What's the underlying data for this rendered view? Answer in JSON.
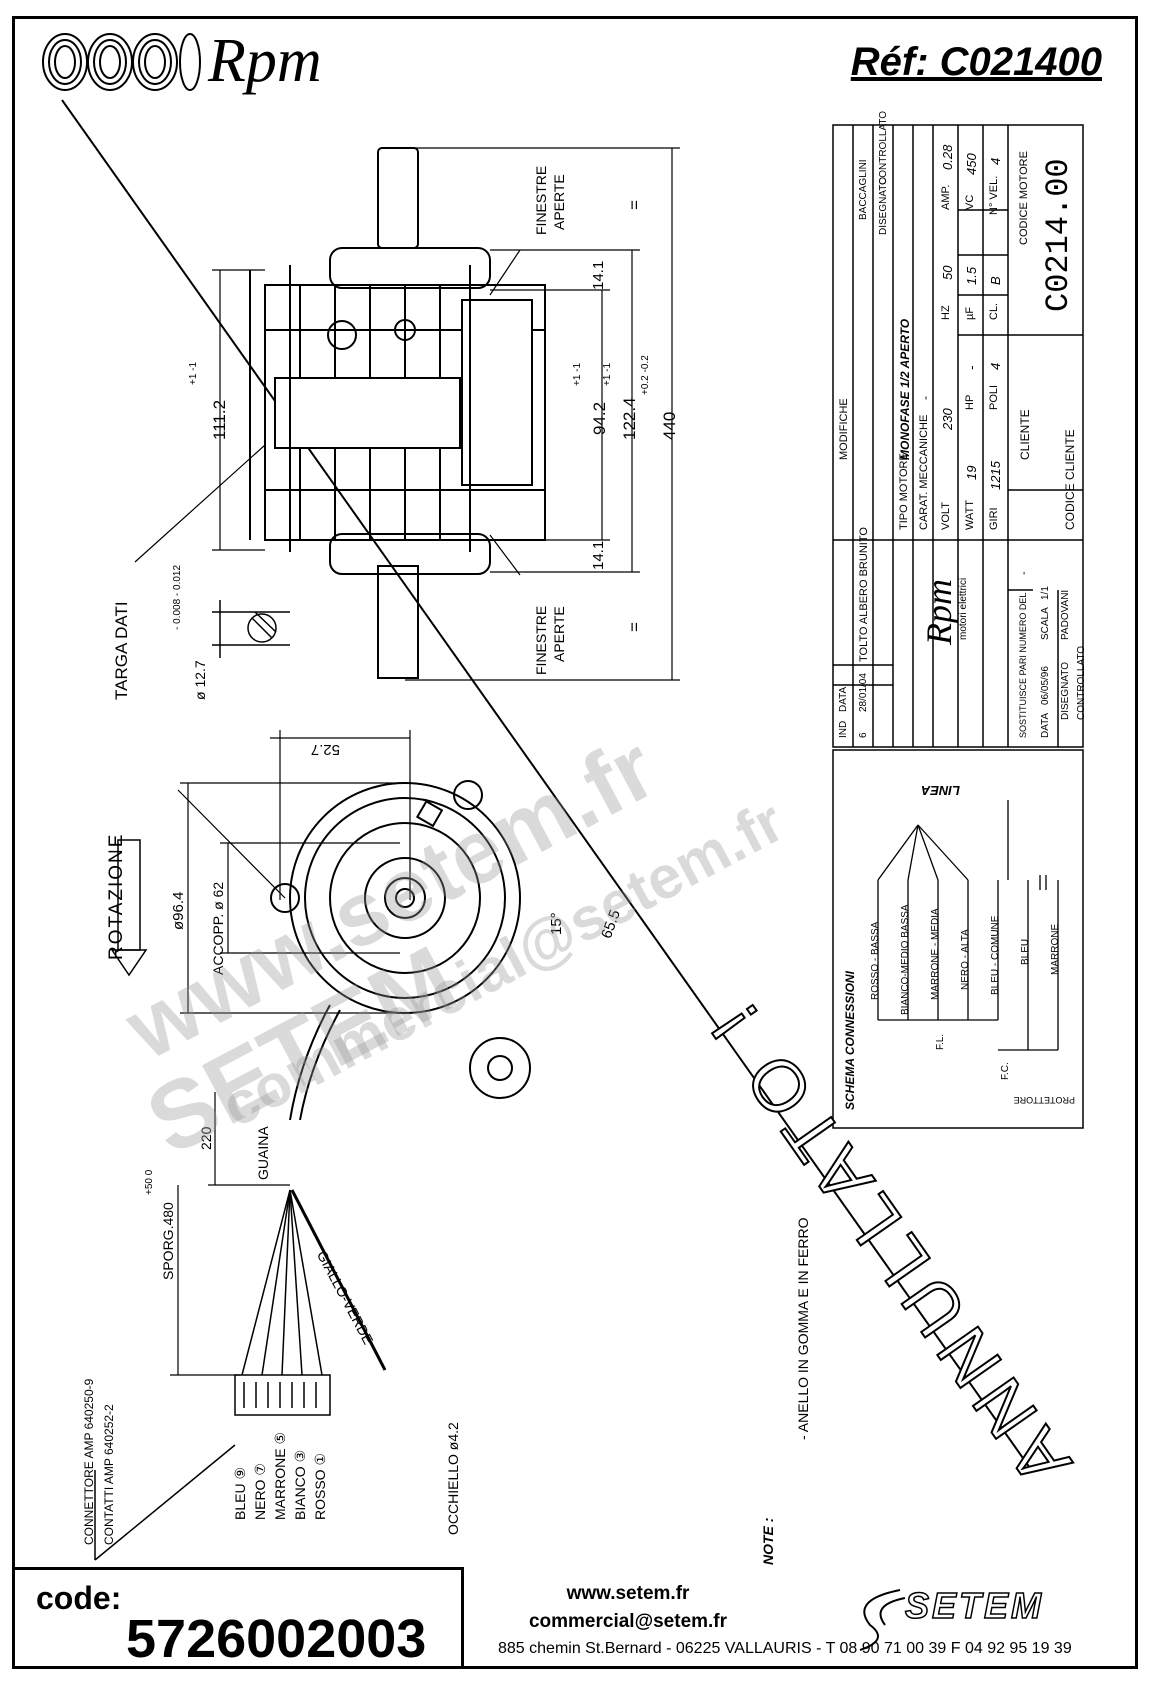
{
  "header": {
    "brand": "Rpm",
    "ref": "Réf:  C021400"
  },
  "drawing": {
    "labels": {
      "finestre_top": "FINESTRE",
      "aperte_top": "APERTE",
      "finestre_bottom": "FINESTRE",
      "aperte_bottom": "APERTE",
      "targa_dati": "TARGA DATI",
      "rotazione": "ROTAZIONE",
      "guaina": "GUAINA",
      "giallo_verde": "GIALLO-VERDE",
      "note": "NOTE :",
      "note_text": "- ANELLO IN GOMMA E IN FERRO",
      "annullato": "ANNULLATO !"
    },
    "dims": {
      "d111": "111.2",
      "d111_tol": "+1  -1",
      "d94": "94.2",
      "d94_tol": "+1  -1",
      "d122": "122.4",
      "d122_tol": "+1  -1",
      "d440": "440",
      "d440_tol": "+0.2  -0.2",
      "d14a": "14.1",
      "d14b": "14.1",
      "eq": "=",
      "shaft": "ø 12.7",
      "shaft_tol": "- 0.008  - 0.012",
      "d52": "52.7",
      "d96": "ø96.4",
      "accopp": "ACCOPP. ø 62",
      "ang15": "15°",
      "d65": "65.5",
      "d220": "220",
      "sporg": "SPORG.480",
      "sporg_tol": "+50  0",
      "occhiello": "OCCHIELLO ø4.2"
    },
    "connector": {
      "title1": "CONNETTORE AMP 640250-9",
      "title2": "CONTATTI AMP 640252-2",
      "wires": [
        "BLEU ⑨",
        "NERO ⑦",
        "MARRONE ⑤",
        "BIANCO ③",
        "ROSSO ①"
      ]
    }
  },
  "title_block": {
    "rows": [
      {
        "ind": "6",
        "data": "28/01/04",
        "modifiche": "TOLTO ALBERO BRUNITO"
      },
      {
        "ind": "-",
        "data": "-",
        "modifiche": "-"
      },
      {
        "ind": "-",
        "data": "-",
        "modifiche": "-"
      },
      {
        "ind": "-",
        "data": "-",
        "modifiche": "-"
      },
      {
        "ind": "-",
        "data": "-",
        "modifiche": "-"
      }
    ],
    "headers": {
      "ind": "IND",
      "data": "DATA",
      "modifiche": "MODIFICHE",
      "disegnato": "DISEGNATO",
      "controllato": "CONTROLLATO"
    },
    "signature": "BACCAGLINI",
    "tipo_motore_label": "TIPO MOTORE",
    "tipo_motore": "MONOFASE 1/2 APERTO",
    "carat_label": "CARAT. MECCANICHE",
    "carat": "-",
    "specs": [
      {
        "k": "VOLT",
        "v": "230"
      },
      {
        "k": "HZ",
        "v": "50"
      },
      {
        "k": "AMP.",
        "v": "0.28"
      },
      {
        "k": "WATT",
        "v": "19"
      },
      {
        "k": "HP",
        "v": "-"
      },
      {
        "k": "µF",
        "v": "1.5"
      },
      {
        "k": "VC",
        "v": "450"
      },
      {
        "k": "GIRI",
        "v": "1215"
      },
      {
        "k": "POLI",
        "v": "4"
      },
      {
        "k": "CL.",
        "v": "B"
      },
      {
        "k": "N° VEL.",
        "v": "4"
      }
    ],
    "cliente_label": "CLIENTE",
    "codice_cliente_label": "CODICE CLIENTE",
    "codice_motore_label": "CODICE MOTORE",
    "codice_motore": "C0214.00",
    "brand": "Rpm",
    "brand_sub": "motori elettrici",
    "sostituisce_label": "SOSTITUISCE PARI NUMERO DEL",
    "sostituisce": "-",
    "data_label": "DATA",
    "data": "06/05/96",
    "scala_label": "SCALA",
    "scala": "1/1",
    "disegnato_label": "DISEGNATO",
    "disegnato": "PADOVANI",
    "controllato_label": "CONTROLLATO"
  },
  "schema": {
    "title": "SCHEMA CONNESSIONI",
    "linea": "LINEA",
    "wires": [
      "ROSSO - BASSA",
      "BIANCO-MEDIO BASSA",
      "MARRONE - MEDIA",
      "NERO - ALTA",
      "BLEU - COMUNE",
      "BLEU",
      "MARRONE"
    ],
    "fl": "F.L.",
    "fc": "F.C.",
    "protettore": "PROTETTORE"
  },
  "footer": {
    "code_label": "code:",
    "code": "5726002003",
    "website": "www.setem.fr",
    "email": "commercial@setem.fr",
    "address": "885 chemin St.Bernard  -  06225 VALLAURIS  -  T 08 90 71 00 39   F 04 92 95 19 39",
    "setem": "SETEM"
  },
  "watermark": {
    "site": "www.setem.fr",
    "name": "SETEM",
    "mail": "commercial@setem.fr"
  }
}
